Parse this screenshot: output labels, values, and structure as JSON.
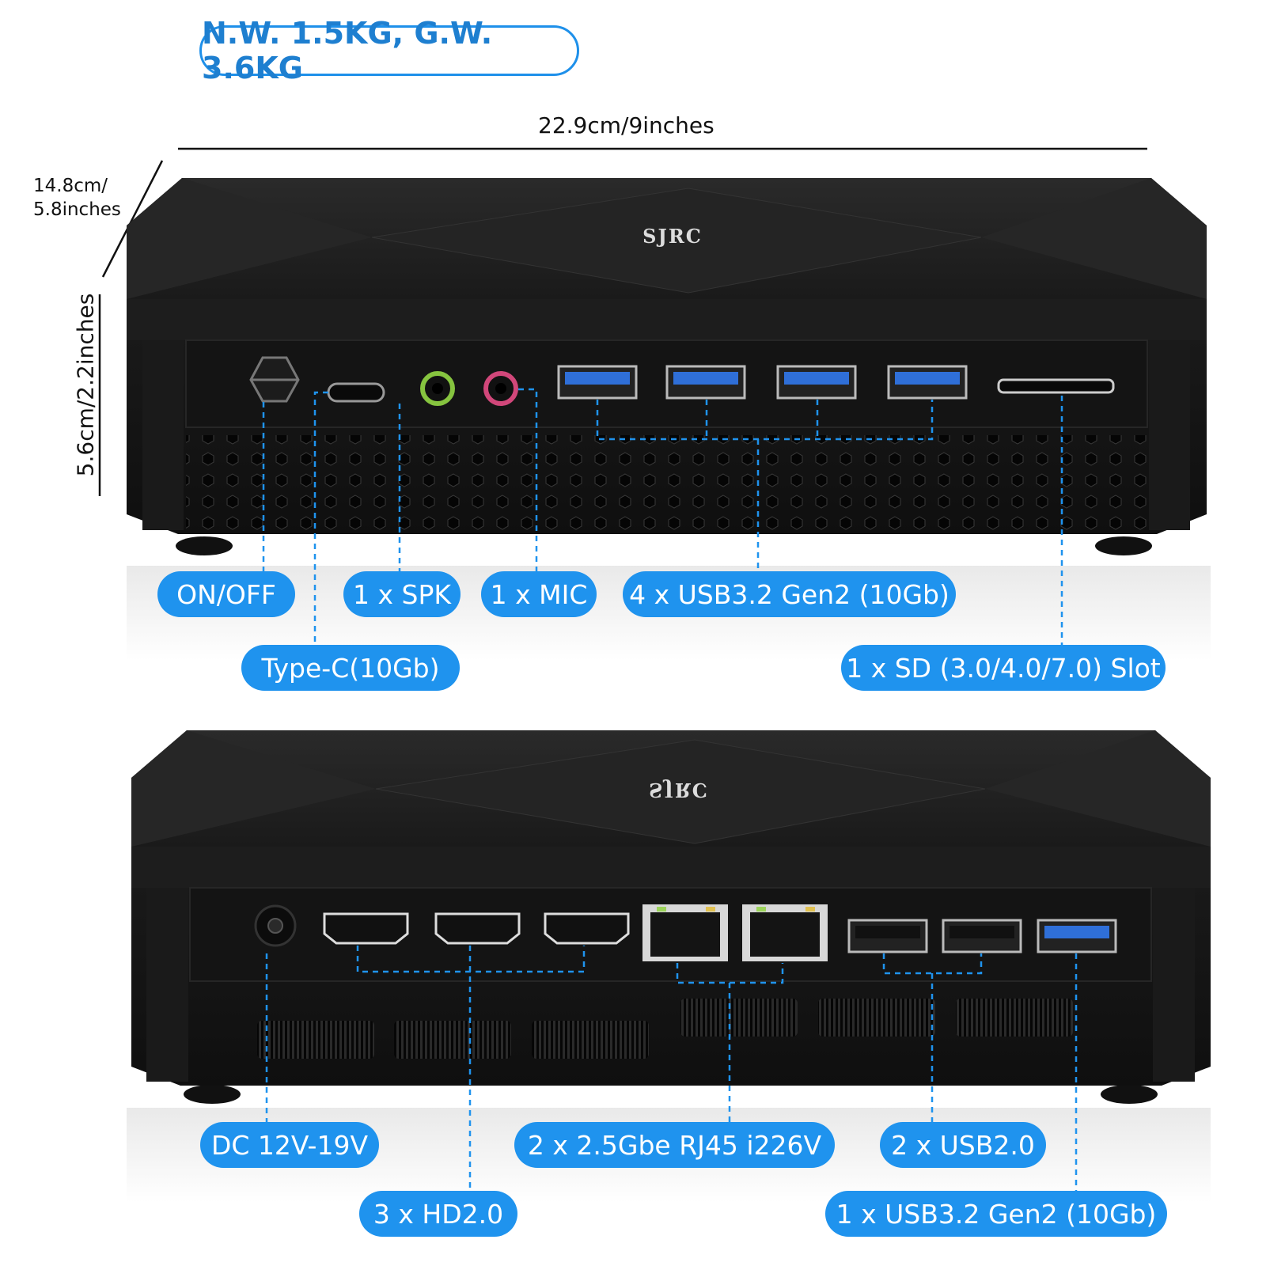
{
  "weight_label": "N.W. 1.5KG, G.W. 3.6KG",
  "dimensions": {
    "width": "22.9cm/9inches",
    "depth_line1": "14.8cm/",
    "depth_line2": "5.8inches",
    "height": "5.6cm/2.2inches"
  },
  "brand_logo": "SJRC",
  "front_labels": {
    "power": "ON/OFF",
    "type_c": "Type-C(10Gb)",
    "speaker": "1 x SPK",
    "mic": "1 x MIC",
    "usb32": "4 x USB3.2 Gen2 (10Gb)",
    "sd": "1 x SD (3.0/4.0/7.0) Slot"
  },
  "rear_labels": {
    "dc": "DC 12V-19V",
    "hdmi": "3 x HD2.0",
    "rj45": "2 x 2.5Gbe RJ45 i226V",
    "usb20": "2 x USB2.0",
    "usb32": "1 x USB3.2 Gen2 (10Gb)"
  },
  "colors": {
    "accent": "#1f93ee",
    "case": "#202020",
    "usb3_blue": "#2f6fd8"
  }
}
